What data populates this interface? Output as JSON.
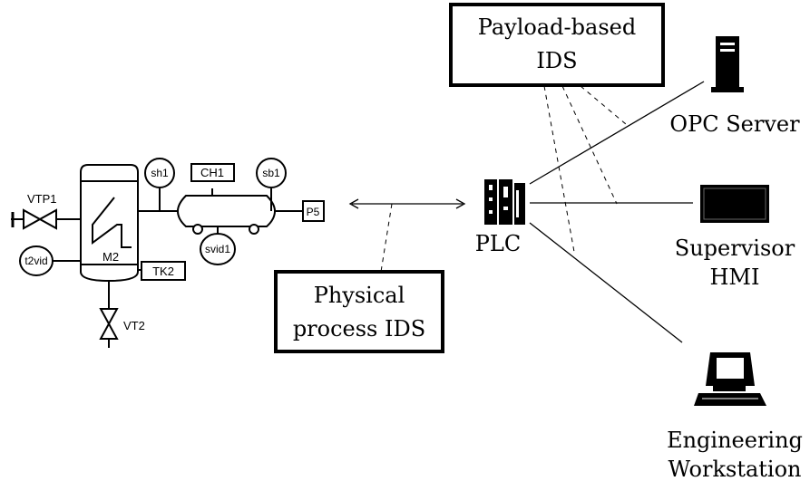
{
  "ids_boxes": {
    "payload": {
      "line1": "Payload-based",
      "line2": "IDS"
    },
    "physical": {
      "line1": "Physical",
      "line2": "process IDS"
    }
  },
  "plc_label": "PLC",
  "devices": {
    "opc": {
      "line1": "OPC Server"
    },
    "hmi": {
      "line1": "Supervisor",
      "line2": "HMI"
    },
    "ews": {
      "line1": "Engineering",
      "line2": "Workstation"
    }
  },
  "process_labels": {
    "vtp1": "VTP1",
    "vt2": "VT2",
    "m2": "M2",
    "tk2": "TK2",
    "t2vid": "t2vid",
    "sh1": "sh1",
    "ch1": "CH1",
    "sb1": "sb1",
    "svid1": "svid1",
    "p5": "P5"
  }
}
